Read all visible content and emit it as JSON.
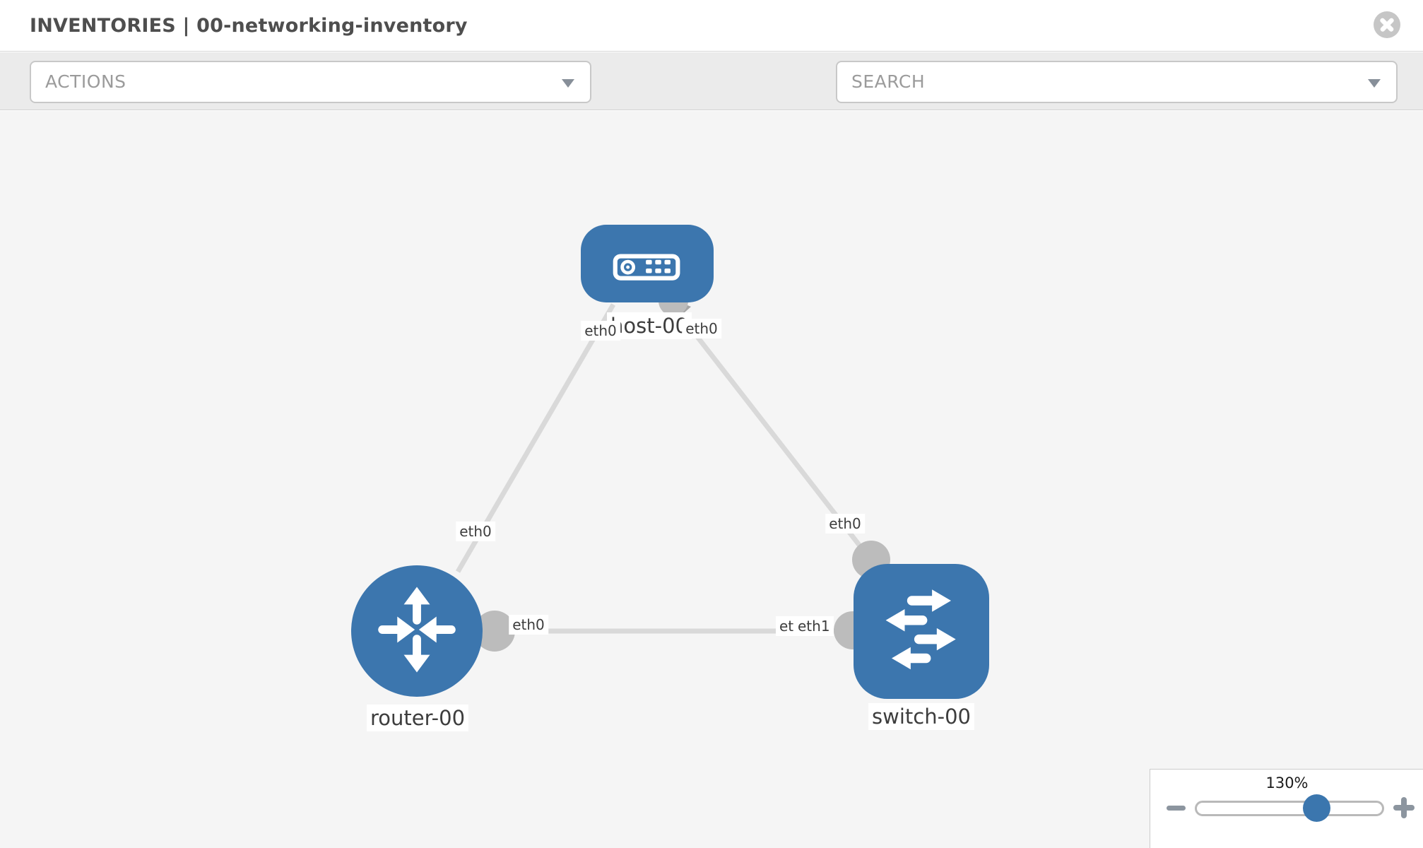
{
  "header": {
    "title": "INVENTORIES | 00-networking-inventory"
  },
  "toolbar": {
    "actions_label": "ACTIONS",
    "search_label": "SEARCH",
    "icons": [
      "wrench-icon",
      "key-icon"
    ]
  },
  "topology": {
    "nodes": {
      "host": {
        "label": "host-00",
        "type": "host",
        "shape": "rounded-rect"
      },
      "router": {
        "label": "router-00",
        "type": "router",
        "shape": "circle"
      },
      "switch": {
        "label": "switch-00",
        "type": "switch",
        "shape": "rounded-square"
      }
    },
    "links": [
      {
        "from": "host-00",
        "to": "router-00"
      },
      {
        "from": "host-00",
        "to": "switch-00"
      },
      {
        "from": "router-00",
        "to": "switch-00"
      }
    ],
    "port_labels": {
      "host_left": "eth0",
      "host_right": "eth0",
      "host_router_link": "eth0",
      "switch_top_link": "eth0",
      "router_switch_near_router": "eth0",
      "router_switch_back": "eth0",
      "router_switch_front": "eth1"
    },
    "colors": {
      "node_blue": "#3c76ae",
      "link_gray": "#d9d9d9",
      "interface_gray": "#bcbcbc",
      "canvas_bg": "#f5f5f5"
    }
  },
  "zoom_control": {
    "value": "130%"
  }
}
